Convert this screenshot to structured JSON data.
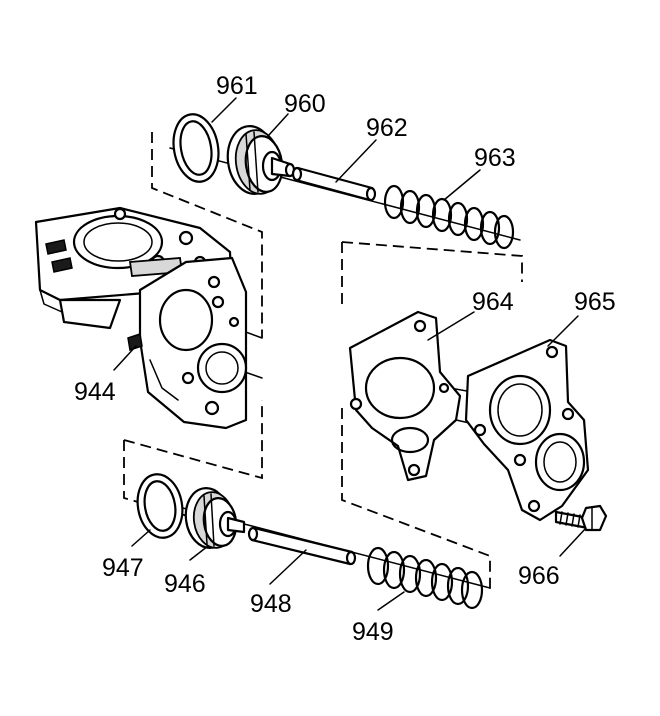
{
  "callouts": {
    "c961": "961",
    "c960": "960",
    "c962": "962",
    "c963": "963",
    "c964": "964",
    "c965": "965",
    "c944": "944",
    "c947": "947",
    "c946": "946",
    "c948": "948",
    "c949": "949",
    "c966": "966"
  },
  "colors": {
    "line": "#000000",
    "background": "#ffffff"
  }
}
